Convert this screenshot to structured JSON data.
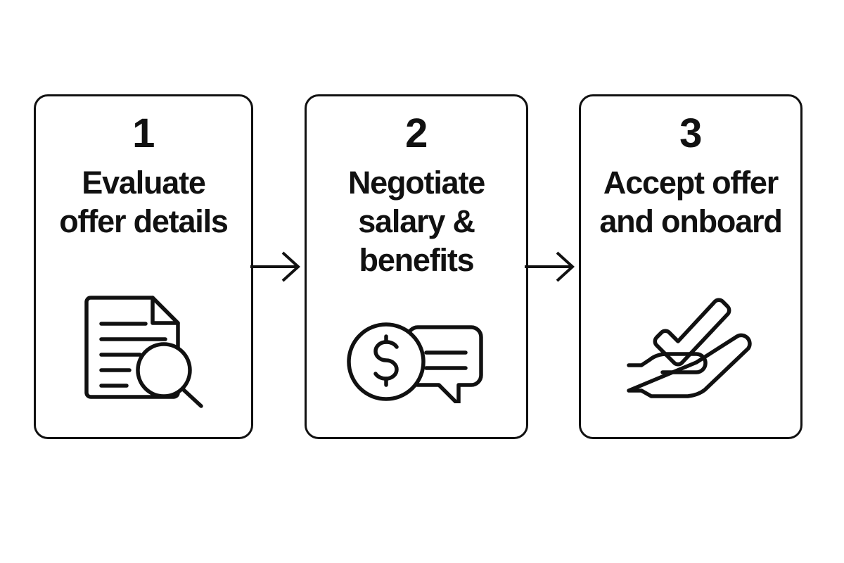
{
  "diagram": {
    "type": "process-flow",
    "orientation": "horizontal",
    "background_color": "#ffffff",
    "stroke_color": "#111111",
    "step_count": 3,
    "steps": [
      {
        "number": "1",
        "label": "Evaluate\noffer details",
        "icon": "document-magnifier-icon"
      },
      {
        "number": "2",
        "label": "Negotiate\nsalary &\nbenefits",
        "icon": "money-chat-icon"
      },
      {
        "number": "3",
        "label": "Accept offer\nand onboard",
        "icon": "hand-checkmark-icon"
      }
    ],
    "connectors": [
      {
        "name": "arrow-1",
        "from": "1",
        "to": "2",
        "icon": "arrow-right-icon"
      },
      {
        "name": "arrow-2",
        "from": "2",
        "to": "3",
        "icon": "arrow-right-icon"
      }
    ]
  }
}
